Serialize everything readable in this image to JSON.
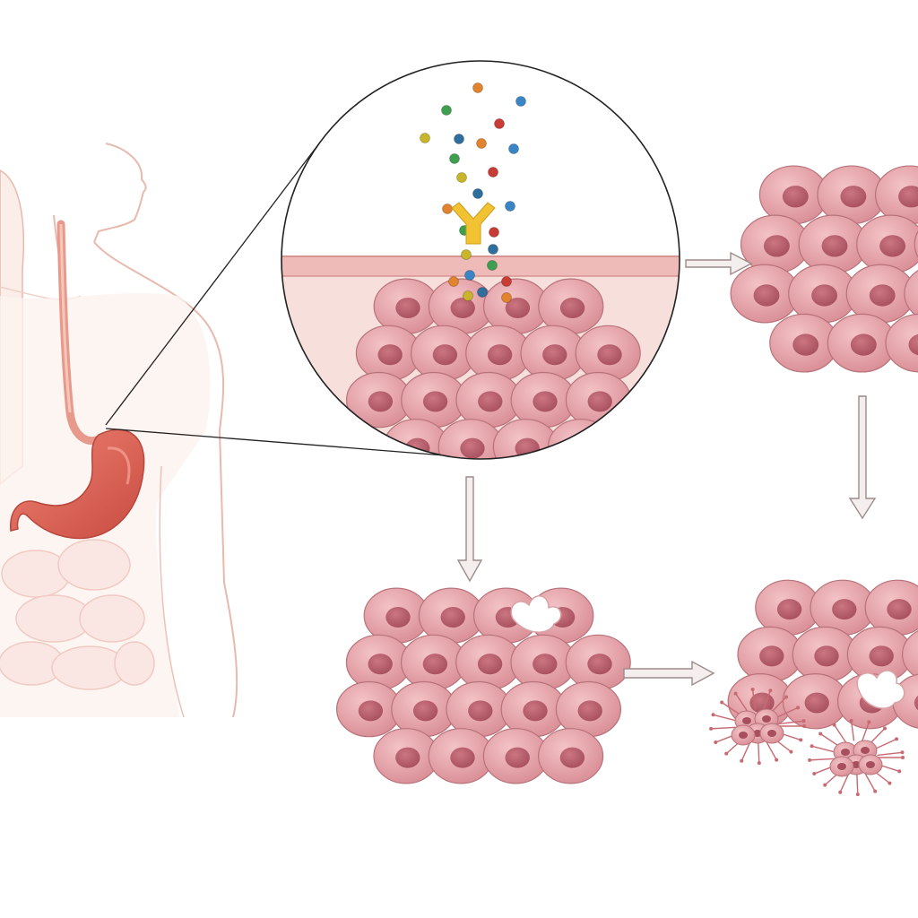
{
  "diagram": {
    "kind": "medical-illustration",
    "colors": {
      "background": "#ffffff",
      "body_outline": "#e8b9ad",
      "body_fill": "#fbeee9",
      "stomach": "#e4685a",
      "stomach_dark": "#c84b40",
      "cell_fill": "#e3a0a6",
      "cell_nucleus": "#b9606c",
      "cell_outline": "#b8737a",
      "arrow": "#9c8c8a",
      "membrane": "#e9b2b0",
      "receptor": "#f1c232",
      "molecule_colors": [
        "#e2832d",
        "#3a86c5",
        "#3ea04f",
        "#c93b35",
        "#c9b52a",
        "#2f6f9d"
      ]
    },
    "nodes": [
      {
        "id": "human-torso",
        "label": ""
      },
      {
        "id": "stomach",
        "label": ""
      },
      {
        "id": "magnified-view",
        "label": ""
      },
      {
        "id": "cell-cluster-proliferating",
        "label": ""
      },
      {
        "id": "cell-cluster-damaged",
        "label": ""
      },
      {
        "id": "cell-cluster-metastasizing",
        "label": ""
      }
    ],
    "edges": [
      {
        "from": "stomach",
        "to": "magnified-view",
        "style": "zoom-lines"
      },
      {
        "from": "magnified-view",
        "to": "cell-cluster-proliferating",
        "style": "arrow"
      },
      {
        "from": "magnified-view",
        "to": "cell-cluster-damaged",
        "style": "arrow"
      },
      {
        "from": "cell-cluster-proliferating",
        "to": "cell-cluster-metastasizing",
        "style": "arrow"
      },
      {
        "from": "cell-cluster-damaged",
        "to": "cell-cluster-metastasizing",
        "style": "arrow"
      }
    ]
  }
}
